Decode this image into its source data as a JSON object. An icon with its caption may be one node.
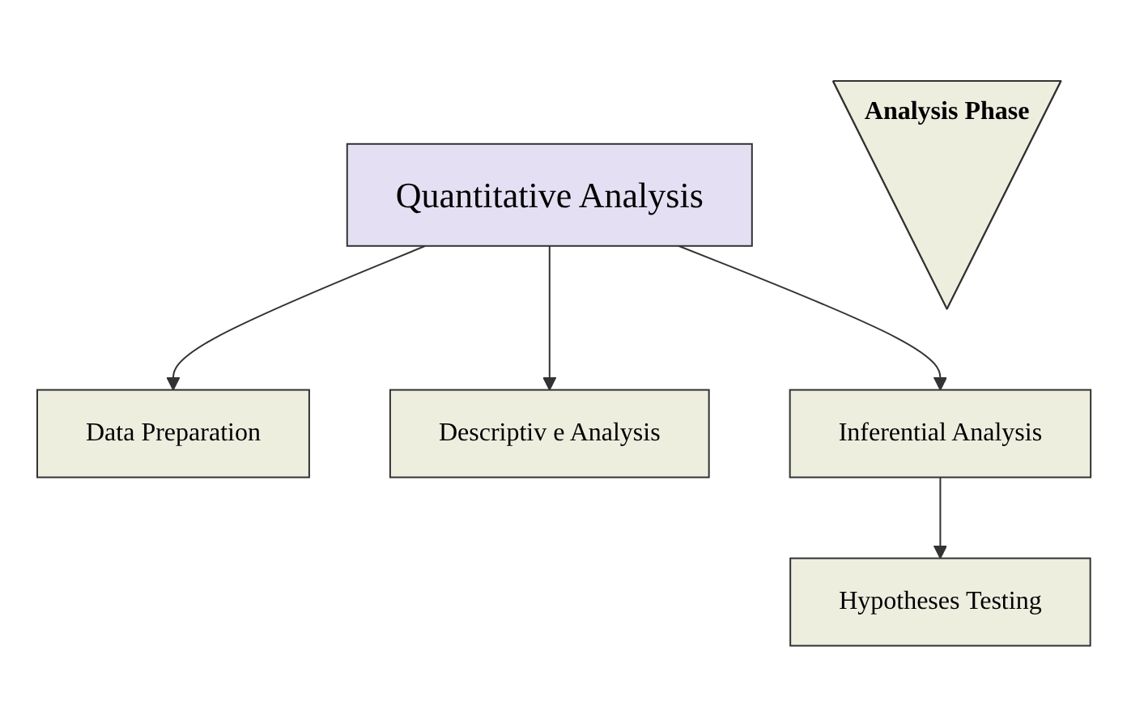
{
  "diagram": {
    "nodes": [
      {
        "text": [
          "Quantitative Analysis"
        ]
      },
      {
        "text": [
          "Data Preparation"
        ]
      },
      {
        "text": [
          "Descriptiv e Analysis"
        ]
      },
      {
        "text": [
          "Inferential Analysis"
        ]
      },
      {
        "text": [
          "Hypotheses Testing"
        ]
      },
      {
        "text": [
          "Analysis Phase"
        ]
      }
    ],
    "edges": [
      {
        "from": 0,
        "to": 1,
        "arrow": "to"
      },
      {
        "from": 0,
        "to": 2,
        "arrow": "to"
      },
      {
        "from": 0,
        "to": 3,
        "arrow": "to"
      },
      {
        "from": 3,
        "to": 4,
        "arrow": "to"
      }
    ]
  }
}
